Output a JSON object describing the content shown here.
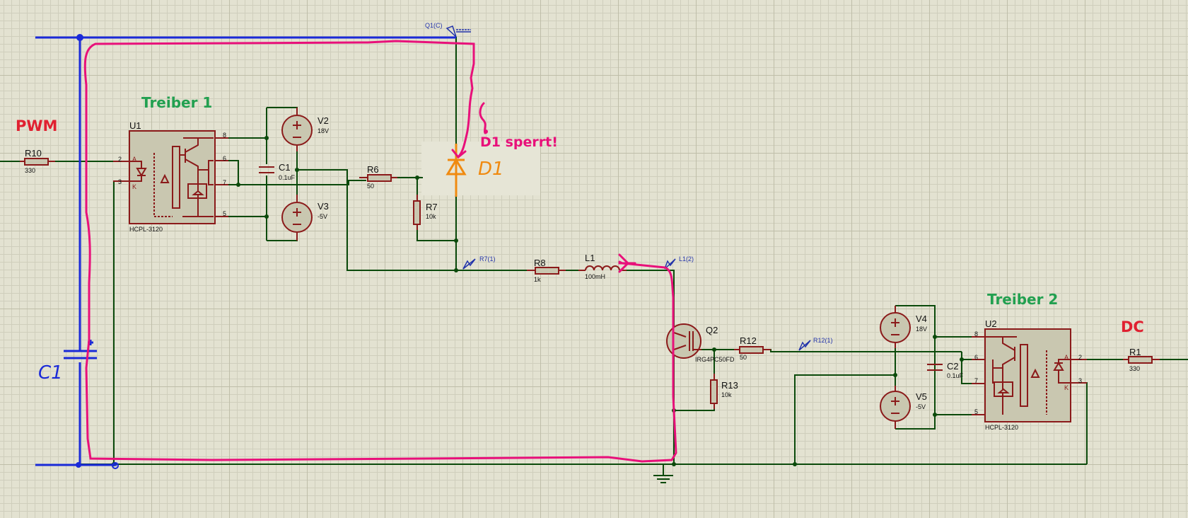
{
  "colors": {
    "wire": "#0b4a0b",
    "component": "#8b1a1a",
    "component_fill": "#c9c7b0",
    "probe": "#2233aa",
    "annotation_blue": "#1a2ad8",
    "annotation_pink": "#e8107a",
    "annotation_orange": "#f08a10",
    "label_red": "#e02030",
    "label_green": "#22a050"
  },
  "annotations": {
    "pwm": "PWM",
    "dc": "DC",
    "treiber1": "Treiber 1",
    "treiber2": "Treiber 2",
    "d1_sperrt": "D1 sperrt!",
    "d1": "D1",
    "c1_handwritten": "C1"
  },
  "components": {
    "R10": {
      "ref": "R10",
      "value": "330"
    },
    "R1": {
      "ref": "R1",
      "value": "330"
    },
    "U1": {
      "ref": "U1",
      "part": "HCPL-3120"
    },
    "U2": {
      "ref": "U2",
      "part": "HCPL-3120"
    },
    "V2": {
      "ref": "V2",
      "value": "18V"
    },
    "V3": {
      "ref": "V3",
      "value": "-5V"
    },
    "V4": {
      "ref": "V4",
      "value": "18V"
    },
    "V5": {
      "ref": "V5",
      "value": "-5V"
    },
    "C1": {
      "ref": "C1",
      "value": "0.1uF"
    },
    "C2": {
      "ref": "C2",
      "value": "0.1uF"
    },
    "R6": {
      "ref": "R6",
      "value": "50"
    },
    "R7": {
      "ref": "R7",
      "value": "10k"
    },
    "R8": {
      "ref": "R8",
      "value": "1k"
    },
    "L1": {
      "ref": "L1",
      "value": "100mH"
    },
    "Q2": {
      "ref": "Q2",
      "part": "IRG4PC50FD"
    },
    "R12": {
      "ref": "R12",
      "value": "50"
    },
    "R13": {
      "ref": "R13",
      "value": "10k"
    }
  },
  "optocoupler_pins": {
    "anode": "A",
    "cathode": "K",
    "p2": "2",
    "p3": "3",
    "p5": "5",
    "p6": "6",
    "p7": "7",
    "p8": "8"
  },
  "probes": {
    "q1c": "Q1(C)",
    "r7_1": "R7(1)",
    "l1_2": "L1(2)",
    "r12_1": "R12(1)"
  }
}
